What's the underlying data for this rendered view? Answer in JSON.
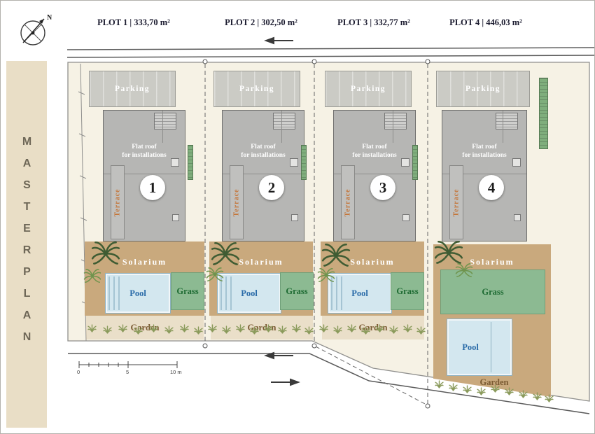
{
  "sidebar": {
    "title": "MASTERPLAN"
  },
  "compass": {
    "north": "N"
  },
  "header": {
    "plots": [
      "PLOT 1 | 333,70 m²",
      "PLOT 2 | 302,50 m²",
      "PLOT 3 | 332,77 m²",
      "PLOT 4 | 446,03 m²"
    ]
  },
  "labels": {
    "parking": "Parking",
    "flat_roof_1": "Flat roof",
    "flat_roof_2": "for installations",
    "terrace": "Terrace",
    "solarium": "Solarium",
    "pool": "Pool",
    "grass": "Grass",
    "garden": "Garden"
  },
  "plots": [
    {
      "number": "1"
    },
    {
      "number": "2"
    },
    {
      "number": "3"
    },
    {
      "number": "4"
    }
  ],
  "scale_bar": {
    "t0": "0",
    "t5": "5",
    "t10": "10 m"
  },
  "colors": {
    "sidebar_bg": "#e9dec6",
    "ground": "#f6f2e5",
    "building_gray": "#b6b6b4",
    "parking_gray": "#cbcbc5",
    "solarium_tan": "#c9a97d",
    "pool_blue": "#d3e7ef",
    "pool_text_blue": "#2a6ba8",
    "grass_green": "#8cba92",
    "grass_text_green": "#1e6b33",
    "terrace_orange": "#c4763b",
    "garden_brown": "#7a5a32"
  }
}
